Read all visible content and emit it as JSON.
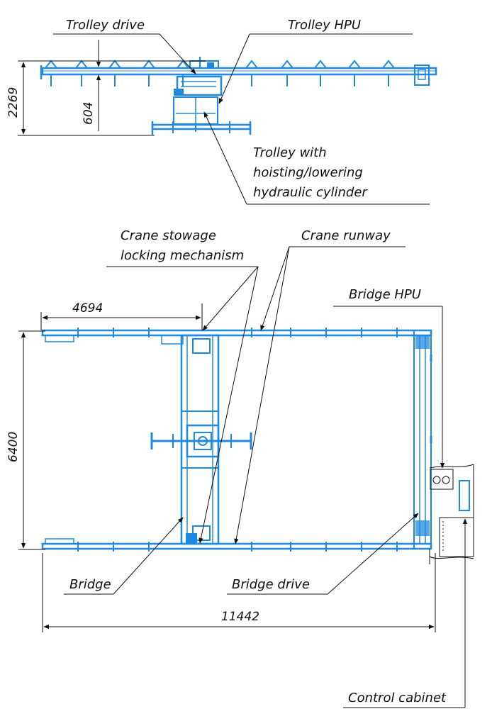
{
  "labels": {
    "trolley_drive": "Trolley drive",
    "trolley_hpu": "Trolley HPU",
    "trolley_with_1": "Trolley with",
    "trolley_with_2": "hoisting/lowering",
    "trolley_with_3": "hydraulic cylinder",
    "stowage_1": "Crane stowage",
    "stowage_2": "locking mechanism",
    "crane_runway": "Crane runway",
    "bridge_hpu": "Bridge HPU",
    "bridge": "Bridge",
    "bridge_drive": "Bridge drive",
    "control_cabinet": "Control cabinet"
  },
  "dimensions": {
    "overall_height": "2269",
    "trolley_height": "604",
    "stowage_offset": "4694",
    "runway_span": "6400",
    "overall_length": "11442"
  },
  "colors": {
    "drawing_blue": "#1f88e0",
    "line_black": "#111111"
  }
}
